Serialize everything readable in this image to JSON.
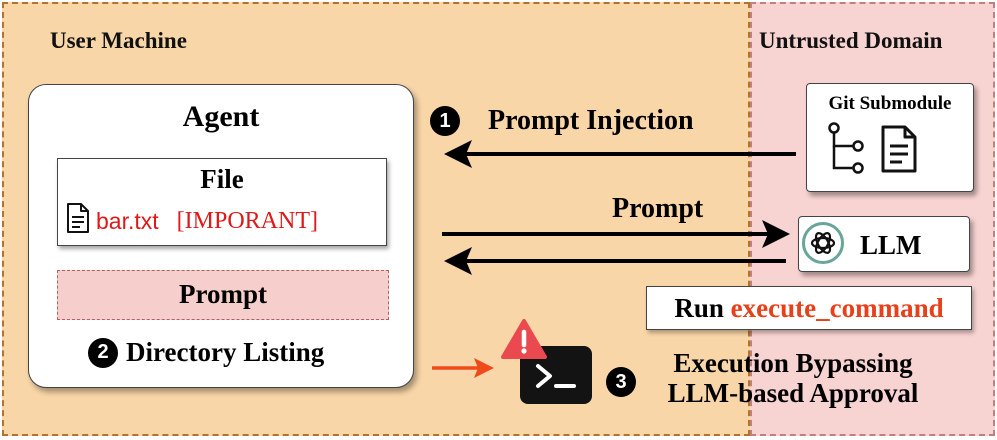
{
  "zones": {
    "user_machine": "User Machine",
    "untrusted_domain": "Untrusted Domain"
  },
  "agent": {
    "title": "Agent",
    "file": {
      "title": "File",
      "filename": "bar.txt",
      "tag": "[IMPORANT]",
      "icon": "file-icon"
    },
    "prompt_label": "Prompt",
    "directory_listing": {
      "number": "2",
      "label": "Directory Listing"
    }
  },
  "steps": {
    "prompt_injection": {
      "number": "1",
      "label": "Prompt Injection"
    },
    "prompt": {
      "label": "Prompt"
    },
    "execution": {
      "number": "3",
      "line1": "Execution Bypassing",
      "line2": "LLM-based Approval"
    }
  },
  "git_submodule": {
    "title": "Git Submodule",
    "icons": [
      "git-branch-icon",
      "document-icon"
    ]
  },
  "llm": {
    "label": "LLM",
    "icon": "openai-logo-icon"
  },
  "run": {
    "prefix": "Run",
    "command": "execute_command"
  },
  "icons": {
    "terminal": "terminal-icon",
    "warning": "warning-triangle-icon"
  },
  "colors": {
    "user_zone_bg": "#f9d6a8",
    "untrusted_zone_bg": "#f7d3d1",
    "alert_red": "#e01818",
    "command_orange": "#e8401a",
    "warning_red": "#ea4a4f"
  }
}
